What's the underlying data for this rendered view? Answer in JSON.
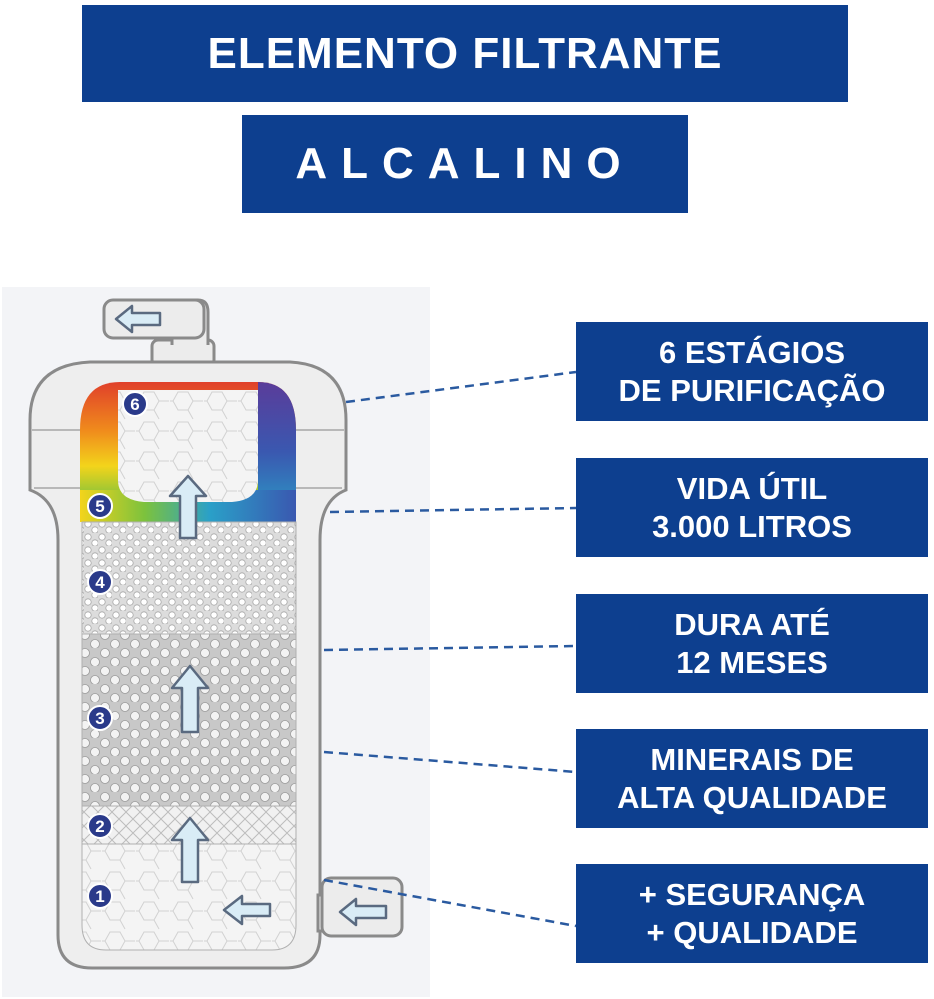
{
  "header": {
    "title": "ELEMENTO FILTRANTE",
    "subtitle": "ALCALINO"
  },
  "stages": [
    "1",
    "2",
    "3",
    "4",
    "5",
    "6"
  ],
  "info_boxes": [
    {
      "line1": "6 ESTÁGIOS",
      "line2": "DE PURIFICAÇÃO"
    },
    {
      "line1": "VIDA ÚTIL",
      "line2": "3.000 LITROS"
    },
    {
      "line1": "DURA ATÉ",
      "line2": "12 MESES"
    },
    {
      "line1": "MINERAIS DE",
      "line2": "ALTA QUALIDADE"
    },
    {
      "line1": "+ SEGURANÇA",
      "line2": "+ QUALIDADE"
    }
  ],
  "colors": {
    "brand_blue": "#0d3f8f",
    "stage_badge": "#2a3a8a",
    "arrow_fill": "#d9ecf6",
    "arrow_stroke": "#5a6a80"
  },
  "icons": [
    "flow-arrow-icon"
  ]
}
